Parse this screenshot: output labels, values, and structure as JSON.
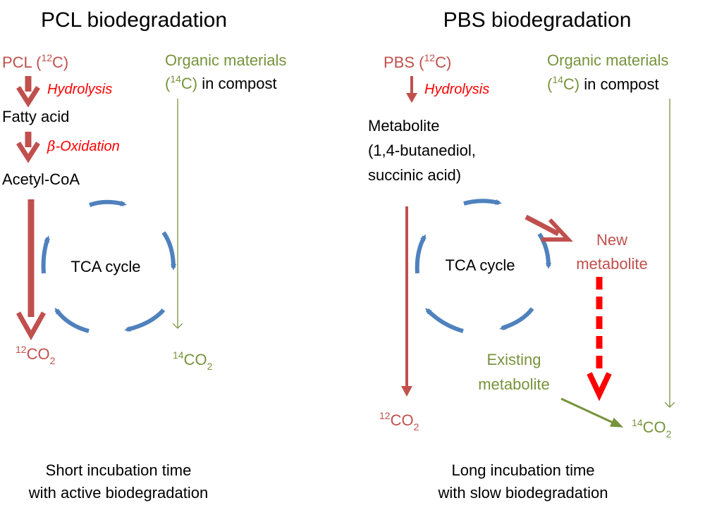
{
  "left": {
    "title": "PCL biodegradation",
    "polymer": {
      "name": "PCL",
      "isotope": "12",
      "element": "C"
    },
    "step1": "Hydrolysis",
    "intermediate1": "Fatty acid",
    "step2_symbol": "β",
    "step2": "-Oxidation",
    "intermediate2": "Acetyl-CoA",
    "organic": {
      "line1": "Organic materials",
      "isotope": "14",
      "element": "C",
      "rest": " in compost"
    },
    "cycle": "TCA cycle",
    "co2_12": {
      "isotope": "12",
      "base": "CO",
      "sub": "2"
    },
    "co2_14": {
      "isotope": "14",
      "base": "CO",
      "sub": "2"
    },
    "footer": [
      "Short incubation time",
      "with active biodegradation"
    ]
  },
  "right": {
    "title": "PBS biodegradation",
    "polymer": {
      "name": "PBS",
      "isotope": "12",
      "element": "C"
    },
    "step1": "Hydrolysis",
    "metabolite": [
      "Metabolite",
      "(1,4-butanediol,",
      "succinic acid)"
    ],
    "organic": {
      "line1": "Organic materials",
      "isotope": "14",
      "element": "C",
      "rest": " in compost"
    },
    "cycle": "TCA cycle",
    "new_metabolite": [
      "New",
      "metabolite"
    ],
    "existing_metabolite": [
      "Existing",
      "metabolite"
    ],
    "co2_12": {
      "isotope": "12",
      "base": "CO",
      "sub": "2"
    },
    "co2_14": {
      "isotope": "14",
      "base": "CO",
      "sub": "2"
    },
    "footer": [
      "Long incubation time",
      "with slow biodegradation"
    ]
  },
  "colors": {
    "pcl_red": "#c0504d",
    "green": "#77933c",
    "cycle_blue": "#4f81bd",
    "hydrolysis_red": "#ff0000",
    "dashed_red": "#ff0000"
  }
}
